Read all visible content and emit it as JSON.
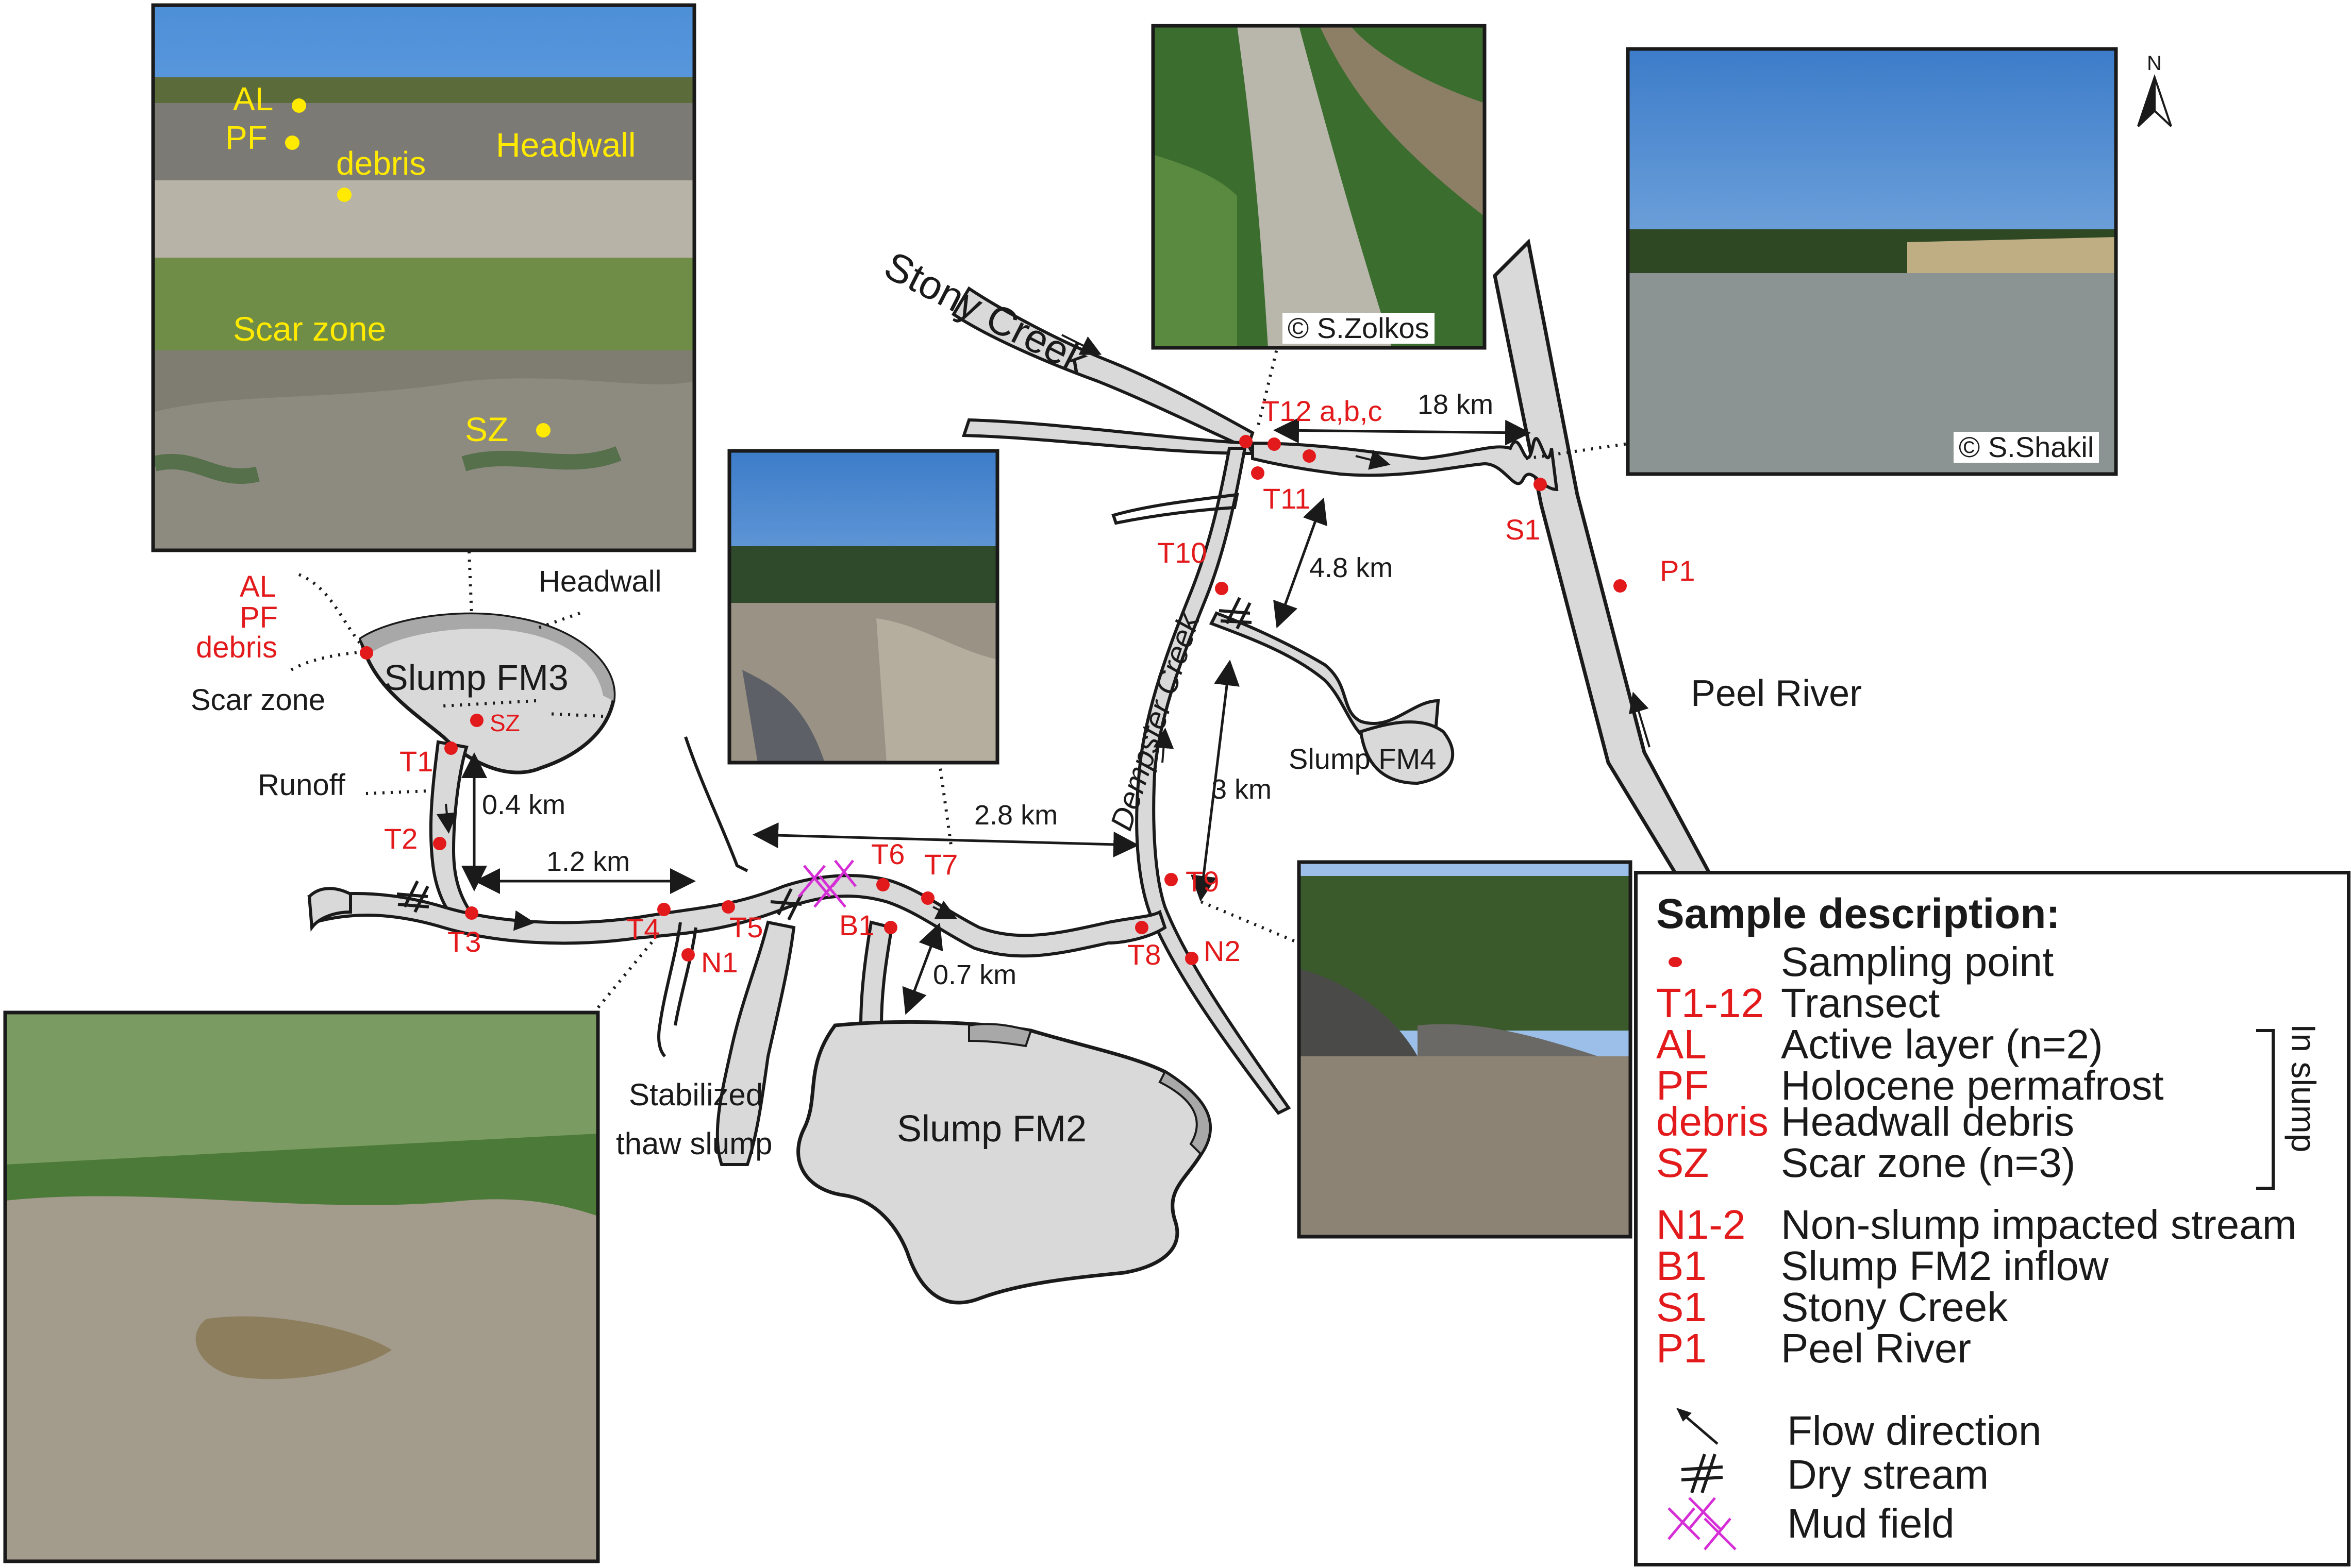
{
  "photos": {
    "slump_fm3": {
      "labels": {
        "al": "AL",
        "pf": "PF",
        "debris": "debris",
        "headwall": "Headwall",
        "scar_zone": "Scar zone",
        "sz": "SZ"
      }
    },
    "stony_creek": {
      "copyright": "© S.Zolkos"
    },
    "peel_river": {
      "copyright": "© S.Shakil"
    }
  },
  "north_arrow": {
    "label": "N"
  },
  "map_labels": {
    "stony_creek": "Stony Creek",
    "peel_river": "Peel River",
    "dempster_creek": "Dempster Creek",
    "slump_fm3": "Slump FM3",
    "slump_fm2": "Slump FM2",
    "slump_fm4": "Slump FM4",
    "stabilized_line1": "Stabilized",
    "stabilized_line2": "thaw slump",
    "headwall": "Headwall",
    "scar_zone": "Scar zone",
    "runoff": "Runoff",
    "al": "AL",
    "pf": "PF",
    "debris": "debris",
    "sz": "SZ"
  },
  "distances": {
    "d_0_4": "0.4 km",
    "d_1_2": "1.2 km",
    "d_2_8": "2.8 km",
    "d_0_7": "0.7 km",
    "d_3": "3 km",
    "d_4_8": "4.8 km",
    "d_18": "18 km"
  },
  "sample_points": {
    "T1": "T1",
    "T2": "T2",
    "T3": "T3",
    "T4": "T4",
    "T5": "T5",
    "T6": "T6",
    "T7": "T7",
    "T8": "T8",
    "T9": "T9",
    "T10": "T10",
    "T11": "T11",
    "T12": "T12 a,b,c",
    "N1": "N1",
    "N2": "N2",
    "B1": "B1",
    "S1": "S1",
    "P1": "P1"
  },
  "legend": {
    "title": "Sample description:",
    "rows": [
      {
        "code": "",
        "desc": "Sampling point"
      },
      {
        "code": "T1-12",
        "desc": "Transect"
      },
      {
        "code": "AL",
        "desc": "Active layer (n=2)"
      },
      {
        "code": "PF",
        "desc": "Holocene permafrost"
      },
      {
        "code": "debris",
        "desc": "Headwall debris"
      },
      {
        "code": "SZ",
        "desc": "Scar zone (n=3)"
      },
      {
        "code": "N1-2",
        "desc": "Non-slump impacted stream"
      },
      {
        "code": "B1",
        "desc": "Slump FM2 inflow"
      },
      {
        "code": "S1",
        "desc": "Stony Creek"
      },
      {
        "code": "P1",
        "desc": "Peel River"
      }
    ],
    "in_slump": "In slump",
    "symbols": {
      "flow": "Flow direction",
      "dry": "Dry stream",
      "mud": "Mud field"
    }
  },
  "colors": {
    "water_fill": "#d9d9d9",
    "slump_dark": "#a8a8a8",
    "sample_red": "#e31a1c",
    "photo_label_yellow": "#ffea00",
    "mud_field_magenta": "#d62ed6"
  }
}
